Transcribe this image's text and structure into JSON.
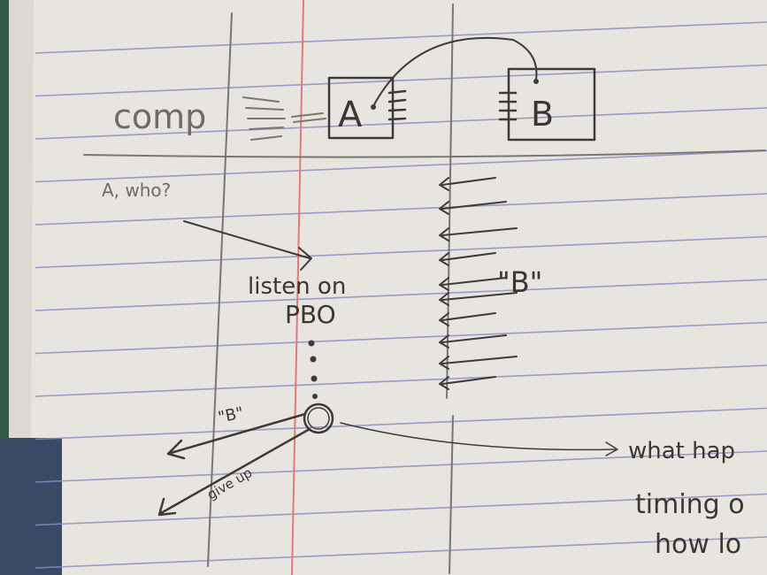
{
  "colors": {
    "paper": "#e8e5e1",
    "rule_line": "#8a8fc4",
    "margin_line": "#e07a7a",
    "cutting_mat": "#2f5a44",
    "folder": "#3a4a66",
    "pencil": "#3e3a36"
  },
  "diagram": {
    "header": {
      "label": "comp",
      "box_a": "A",
      "box_b": "B"
    },
    "question": "A, who?",
    "listen_line1": "listen on",
    "listen_line2": "PBO",
    "incoming_label": "\"B\"",
    "branch_b_label": "\"B\"",
    "branch_giveup_label": "give up",
    "notes": [
      "what hap",
      "timing o",
      "how lo"
    ]
  }
}
